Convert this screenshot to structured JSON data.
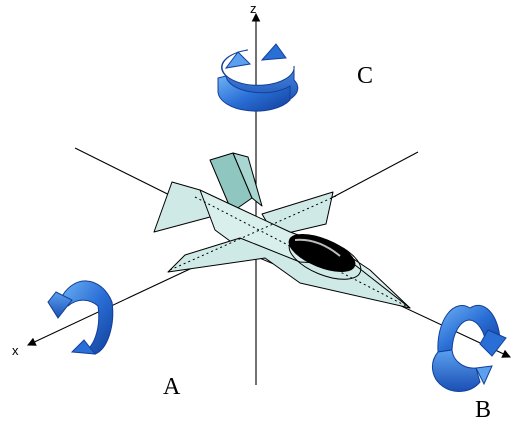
{
  "axes": {
    "z_label": "z",
    "x_label": "x"
  },
  "rotation_labels": {
    "a": "A",
    "b": "B",
    "c": "C"
  },
  "colors": {
    "arrow_blue": "#1f5fc8",
    "arrow_light": "#5aa0ef",
    "aircraft_fill": "#cfe9e6",
    "aircraft_dark": "#8fc6c0",
    "canopy": "#000000"
  },
  "icons": {
    "roll_arrow": "curved-rotation-arrow",
    "pitch_arrow": "curved-rotation-arrow",
    "yaw_arrow": "curved-rotation-arrow",
    "aircraft": "jet-fighter"
  }
}
